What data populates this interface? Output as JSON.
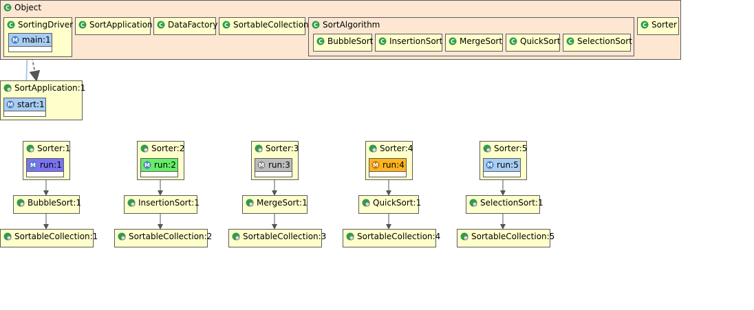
{
  "object_package": {
    "label": "Object",
    "classes": [
      {
        "id": "sortingdriver",
        "label": "SortingDriver",
        "method": "main:1"
      },
      {
        "id": "sortapplication",
        "label": "SortApplication"
      },
      {
        "id": "datafactory",
        "label": "DataFactory"
      },
      {
        "id": "sortablecollection",
        "label": "SortableCollection"
      },
      {
        "id": "sorter",
        "label": "Sorter"
      }
    ],
    "sort_algorithm": {
      "label": "SortAlgorithm",
      "classes": [
        "BubbleSort",
        "InsertionSort",
        "MergeSort",
        "QuickSort",
        "SelectionSort"
      ]
    }
  },
  "sort_application_instance": {
    "label": "SortApplication:1",
    "method": "start:1"
  },
  "sorters": [
    {
      "label": "Sorter:1",
      "method": "run:1",
      "method_color": "#7b73f0",
      "algorithm": "BubbleSort:1",
      "collection": "SortableCollection:1"
    },
    {
      "label": "Sorter:2",
      "method": "run:2",
      "method_color": "#66ee66",
      "algorithm": "InsertionSort:1",
      "collection": "SortableCollection:2"
    },
    {
      "label": "Sorter:3",
      "method": "run:3",
      "method_color": "#bdbdbd",
      "algorithm": "MergeSort:1",
      "collection": "SortableCollection:3"
    },
    {
      "label": "Sorter:4",
      "method": "run:4",
      "method_color": "#ffb41e",
      "algorithm": "QuickSort:1",
      "collection": "SortableCollection:4"
    },
    {
      "label": "Sorter:5",
      "method": "run:5",
      "method_color": "#a8cdf2",
      "algorithm": "SelectionSort:1",
      "collection": "SortableCollection:5"
    }
  ],
  "colors": {
    "package_fill": "#fde7d2",
    "class_fill": "#ffffcc",
    "main_method_fill": "#a8cdf2",
    "start_method_fill": "#a8cdf2",
    "class_icon": "#2e9e4a",
    "method_icon": "#4a7fc0"
  },
  "icons": {
    "class": "class-icon",
    "method": "method-icon"
  }
}
